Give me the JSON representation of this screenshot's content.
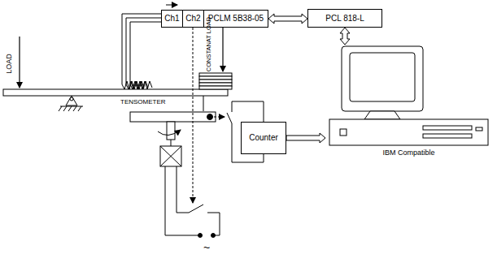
{
  "diagram": {
    "nodes": [
      {
        "text": [
          "Ch1"
        ]
      },
      {
        "text": [
          "Ch2"
        ]
      },
      {
        "text": [
          "PCLM 5B38-05"
        ]
      },
      {
        "text": [
          "PCL 818-L"
        ]
      },
      {
        "text": [
          "IBM Compatible"
        ]
      },
      {
        "text": [
          "Counter"
        ]
      }
    ],
    "edges": [
      {
        "from": 2,
        "to": 3,
        "arrow": "both"
      },
      {
        "from": 3,
        "to": 4,
        "arrow": "both"
      },
      {
        "from": 5,
        "to": 4,
        "arrow": "to"
      }
    ],
    "labels": [
      "LOAD",
      "CONSTANAT LOAD",
      "TENSOMETER",
      "~"
    ]
  }
}
